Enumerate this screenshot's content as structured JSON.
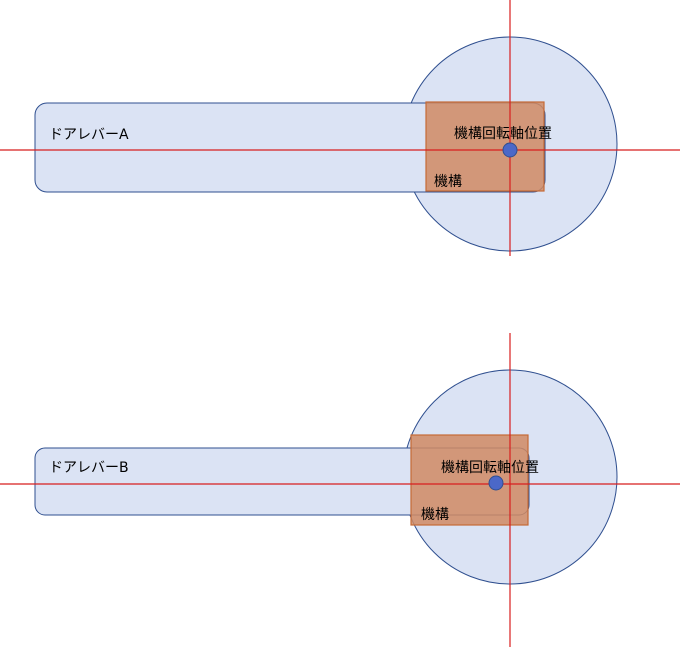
{
  "diagrams": [
    {
      "lever_label": "ドアレバーA",
      "mechanism_label": "機構",
      "pivot_label": "機構回転軸位置"
    },
    {
      "lever_label": "ドアレバーB",
      "mechanism_label": "機構",
      "pivot_label": "機構回転軸位置"
    }
  ],
  "colors": {
    "shape_fill": "#dbe3f4",
    "shape_stroke": "#2f4f8f",
    "mechanism_fill": "#d08a63",
    "mechanism_stroke": "#c56a36",
    "axis_line": "#d81e1e",
    "pivot_dot": "#4b68c8"
  }
}
